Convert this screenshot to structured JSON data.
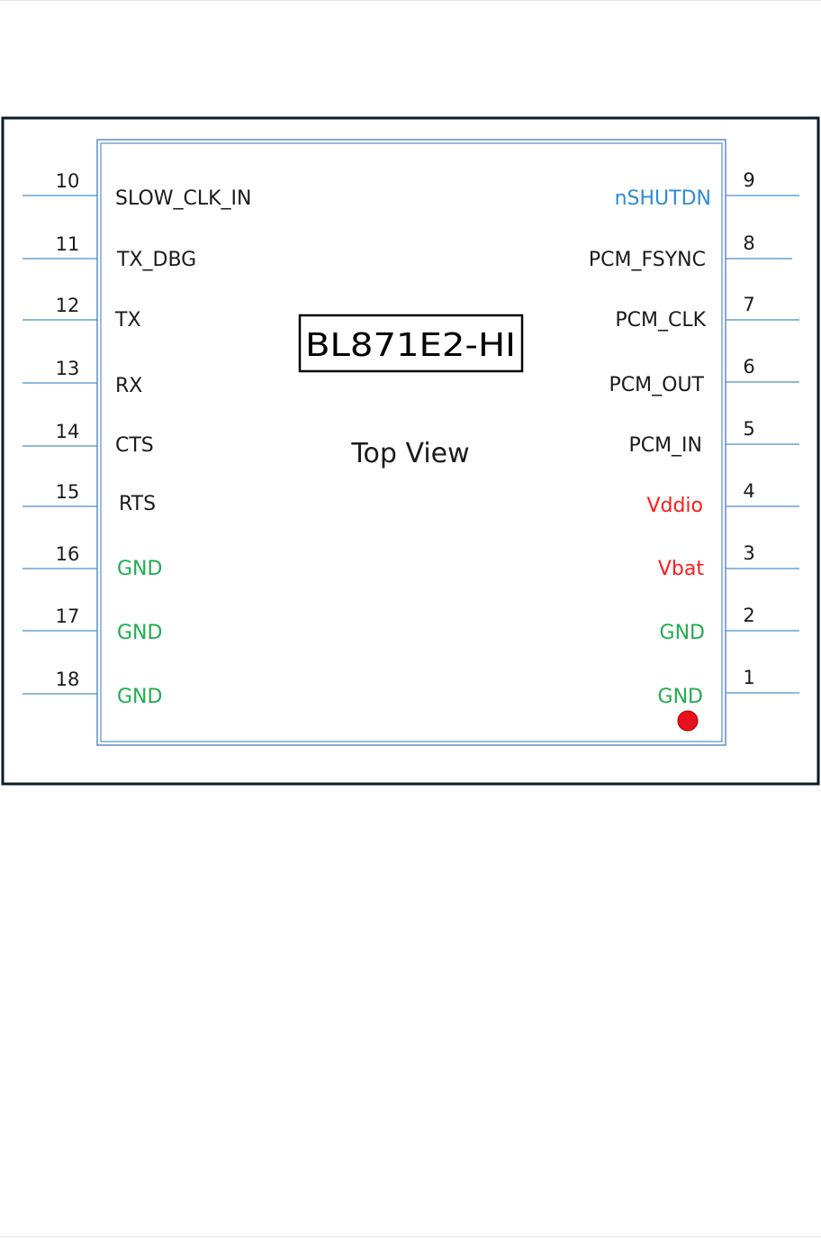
{
  "diagram": {
    "part_number": "BL871E2-HI",
    "view_label": "Top View",
    "colors": {
      "frame": "#0e1b2b",
      "package_outline": "#5b8ec6",
      "pin_line": "#4a8fc7",
      "default_text": "#1a1a1a",
      "ground": "#1fae4f",
      "power": "#ff1a1a",
      "control": "#2e8bd4",
      "pin1_marker": "#e8101a"
    },
    "left_pins": [
      {
        "number": "10",
        "name": "SLOW_CLK_IN",
        "kind": "default"
      },
      {
        "number": "11",
        "name": "TX_DBG",
        "kind": "default"
      },
      {
        "number": "12",
        "name": "TX",
        "kind": "default"
      },
      {
        "number": "13",
        "name": "RX",
        "kind": "default"
      },
      {
        "number": "14",
        "name": "CTS",
        "kind": "default"
      },
      {
        "number": "15",
        "name": "RTS",
        "kind": "default"
      },
      {
        "number": "16",
        "name": "GND",
        "kind": "ground"
      },
      {
        "number": "17",
        "name": "GND",
        "kind": "ground"
      },
      {
        "number": "18",
        "name": "GND",
        "kind": "ground"
      }
    ],
    "right_pins": [
      {
        "number": "9",
        "name": "nSHUTDN",
        "kind": "control"
      },
      {
        "number": "8",
        "name": "PCM_FSYNC",
        "kind": "default"
      },
      {
        "number": "7",
        "name": "PCM_CLK",
        "kind": "default"
      },
      {
        "number": "6",
        "name": "PCM_OUT",
        "kind": "default"
      },
      {
        "number": "5",
        "name": "PCM_IN",
        "kind": "default"
      },
      {
        "number": "4",
        "name": "Vddio",
        "kind": "power"
      },
      {
        "number": "3",
        "name": "Vbat",
        "kind": "power"
      },
      {
        "number": "2",
        "name": "GND",
        "kind": "ground"
      },
      {
        "number": "1",
        "name": "GND",
        "kind": "ground"
      }
    ]
  }
}
